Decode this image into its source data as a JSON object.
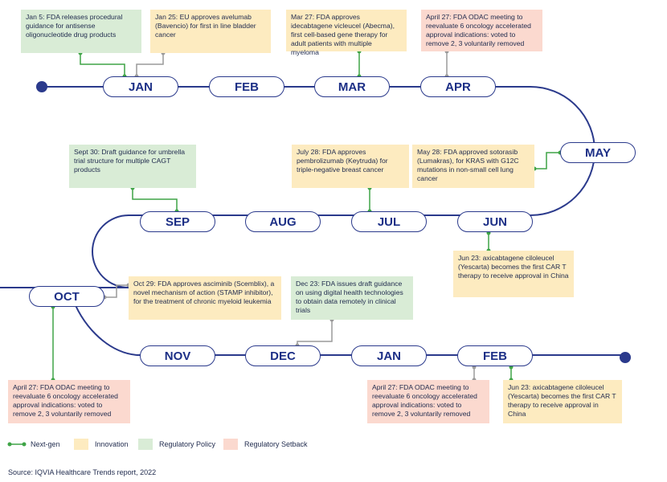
{
  "months": {
    "jan1": "JAN",
    "feb1": "FEB",
    "mar": "MAR",
    "apr": "APR",
    "may": "MAY",
    "jun": "JUN",
    "jul": "JUL",
    "aug": "AUG",
    "sep": "SEP",
    "oct": "OCT",
    "nov": "NOV",
    "dec": "DEC",
    "jan2": "JAN",
    "feb2": "FEB"
  },
  "events": {
    "jan5": "Jan 5: FDA releases procedural guidance for antisense oligonucleotide drug products",
    "jan25": "Jan 25: EU approves avelumab (Bavencio) for first in line bladder cancer",
    "mar27": "Mar 27: FDA approves idecabtagene vicleucel (Abecma), first cell-based gene therapy for adult patients with multiple myeloma",
    "apr27a": "April 27: FDA ODAC meeting to reevaluate 6 oncology accelerated approval indications: voted to remove 2, 3 voluntarily removed",
    "may28": "May 28: FDA approved sotorasib (Lumakras), for KRAS with G12C mutations in non-small cell lung cancer",
    "jul28": "July 28: FDA approves pembrolizumab (Keytruda) for triple-negative breast cancer",
    "sep30": "Sept 30: Draft guidance for umbrella trial structure for multiple CAGT products",
    "jun23a": "Jun 23: axicabtagene ciloleucel (Yescarta) becomes the first CAR T therapy to receive approval in China",
    "oct29": "Oct 29: FDA approves asciminib (Scemblix), a novel mechanism of action (STAMP inhibitor), for the treatment of chronic myeloid leukemia",
    "dec23": "Dec 23: FDA issues draft guidance on using digital health technologies to obtain data remotely in clinical trials",
    "apr27b": "April 27: FDA ODAC meeting to reevaluate 6 oncology accelerated approval indications: voted to remove 2, 3 voluntarily removed",
    "apr27c": "April 27: FDA ODAC meeting to reevaluate 6 oncology accelerated approval indications: voted to remove 2, 3 voluntarily removed",
    "jun23b": "Jun 23: axicabtagene ciloleucel (Yescarta) becomes the first CAR T therapy to receive approval in China"
  },
  "legend": {
    "nextgen": "Next-gen",
    "innovation": "Innovation",
    "regulatory": "Regulatory Policy",
    "setback": "Regulatory Setback"
  },
  "source": "Source: IQVIA Healthcare Trends report, 2022",
  "colors": {
    "timeline": "#2b3a8c",
    "nextgen_connector": "#3fa447",
    "neutral_connector": "#9a9a9a",
    "innovation": "#fdebc0",
    "regulatory": "#d9ecd6",
    "setback": "#fbd9cf"
  }
}
